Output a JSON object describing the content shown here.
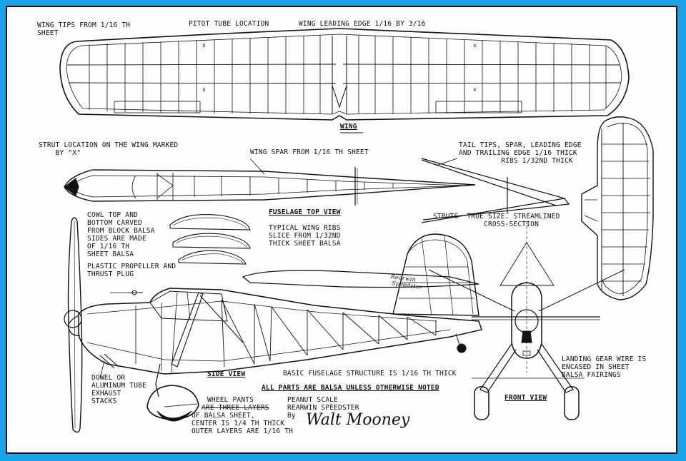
{
  "labels": {
    "wing_tips": "WING TIPS FROM 1/16 TH\nSHEET",
    "pitot": "PITOT TUBE LOCATION",
    "leading_edge": "WING LEADING EDGE 1/16 BY 3/16",
    "wing": "WING",
    "strut_location": "STRUT LOCATION ON THE WING MARKED\n    BY \"X\"",
    "wing_spar": "WING SPAR FROM 1/16 TH SHEET",
    "tail_tips": "TAIL TIPS, SPAR, LEADING EDGE\nAND TRAILING EDGE 1/16 THICK\n          RIBS 1/32ND THICK",
    "cowl": "COWL TOP AND\nBOTTOM CARVED\nFROM BLOCK BALSA\nSIDES ARE MADE\nOF 1/16 TH\nSHEET BALSA",
    "fuselage_top": "FUSELAGE TOP VIEW",
    "wing_ribs": "TYPICAL WING RIBS\nSLICE FROM 1/32ND\nTHICK SHEET BALSA",
    "struts": "STRUTS- TRUE SIZE. STREAMLINED\n            CROSS-SECTION",
    "propeller": "PLASTIC PROPELLER AND\nTHRUST PLUG",
    "side_view": "SIDE VIEW",
    "basic_fuselage": "BASIC FUSELAGE STRUCTURE IS 1/16 TH THICK",
    "all_parts": "ALL PARTS ARE BALSA UNLESS OTHERWISE NOTED",
    "dowel": "DOWEL OR\nALUMINUM TUBE\nEXHAUST\nSTACKS",
    "wheel_pants_1": "WHEEL PANTS",
    "wheel_pants_2": "ARE THREE LAYERS",
    "wheel_pants_3": "OF BALSA SHEET,\nCENTER IS 1/4 TH THICK\nOUTER LAYERS ARE 1/16 TH",
    "peanut": "PEANUT SCALE\nREARWIN SPEEDSTER\nBy",
    "front_view": "FRONT VIEW",
    "landing_gear": "LANDING GEAR WIRE IS\nENCASED IN SHEET\nBALSA FAIRINGS",
    "fin_script": "Rearwin\n Speedster",
    "signature": "Walt Mooney"
  },
  "colors": {
    "border": "#1aa3e8",
    "paper": "#fdfdfb",
    "ink": "#111111"
  }
}
